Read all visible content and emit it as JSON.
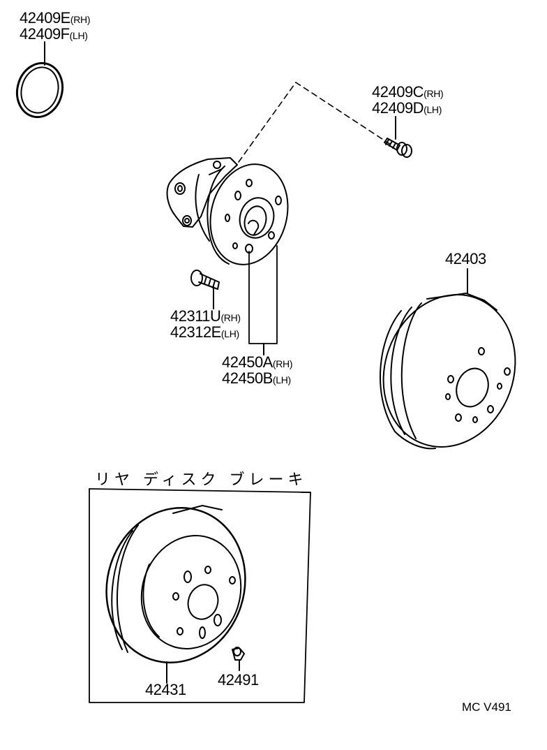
{
  "labels": {
    "seal_rh_number": "42409E",
    "seal_rh_side": "(RH)",
    "seal_lh_number": "42409F",
    "seal_lh_side": "(LH)",
    "bolt_c_number": "42409C",
    "bolt_c_side": "(RH)",
    "bolt_d_number": "42409D",
    "bolt_d_side": "(LH)",
    "drum": "42403",
    "stud_rh_number": "42311U",
    "stud_rh_side": "(RH)",
    "stud_lh_number": "42312E",
    "stud_lh_side": "(LH)",
    "hub_rh_number": "42450A",
    "hub_rh_side": "(RH)",
    "hub_lh_number": "42450B",
    "hub_lh_side": "(LH)",
    "group_title": "リヤ ディスク ブレーキ",
    "disc": "42431",
    "plug": "42491",
    "diagram_code": "MC V491"
  },
  "colors": {
    "ink": "#000000",
    "paper": "#ffffff"
  },
  "icons": [
    "o-ring-seal-icon",
    "hub-bearing-assembly-icon",
    "flange-bolt-icon",
    "hub-stud-bolt-icon",
    "brake-drum-icon",
    "brake-disc-rotor-icon",
    "hole-plug-icon"
  ]
}
